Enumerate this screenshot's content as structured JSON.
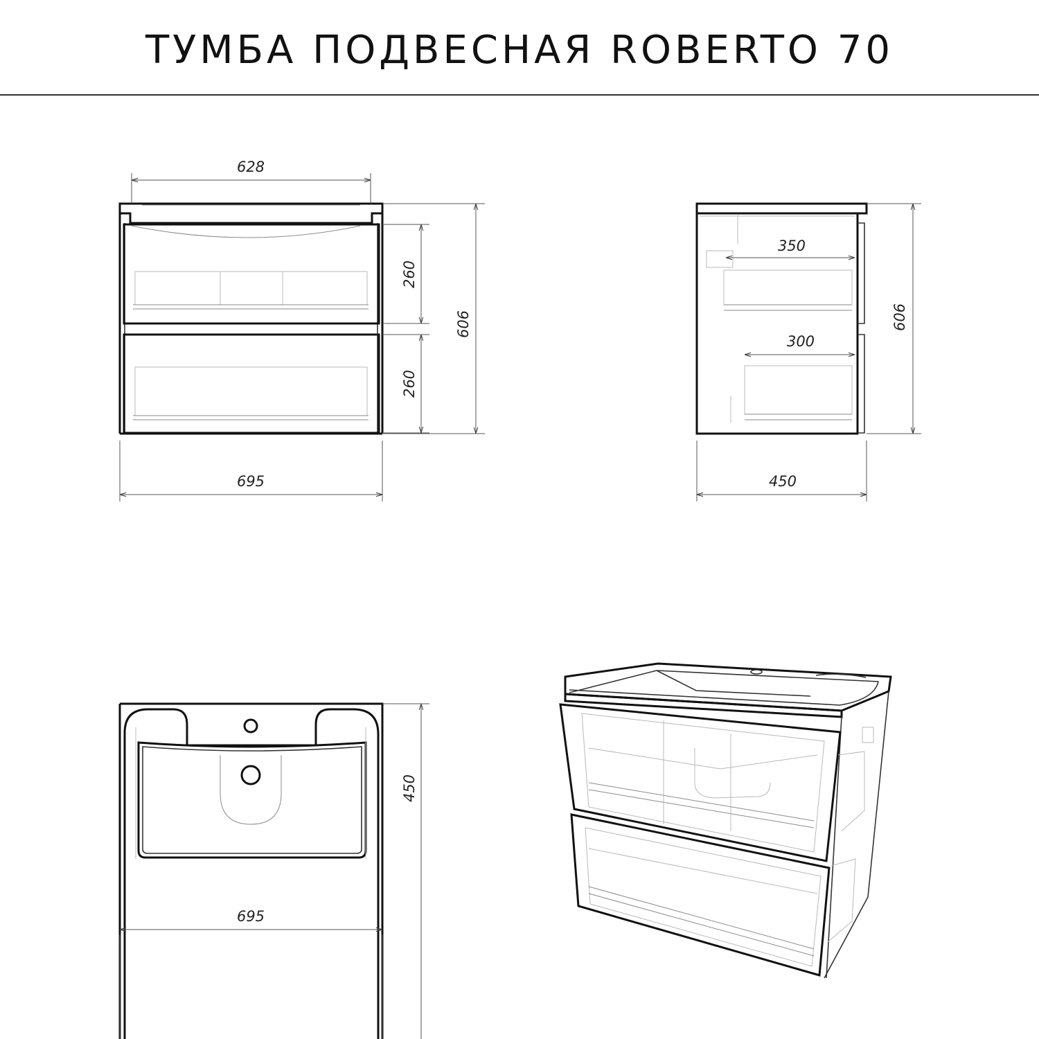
{
  "title": "ТУМБА ПОДВЕСНАЯ ROBERTO 70",
  "front_view": {
    "dim_top_width": "628",
    "dim_drawer_upper": "260",
    "dim_drawer_lower": "260",
    "dim_total_height": "606",
    "dim_total_width": "695"
  },
  "side_view": {
    "dim_drawer_upper_depth": "350",
    "dim_drawer_lower_depth": "300",
    "dim_total_height": "606",
    "dim_total_depth": "450"
  },
  "top_view": {
    "dim_depth": "450",
    "dim_width": "695"
  }
}
